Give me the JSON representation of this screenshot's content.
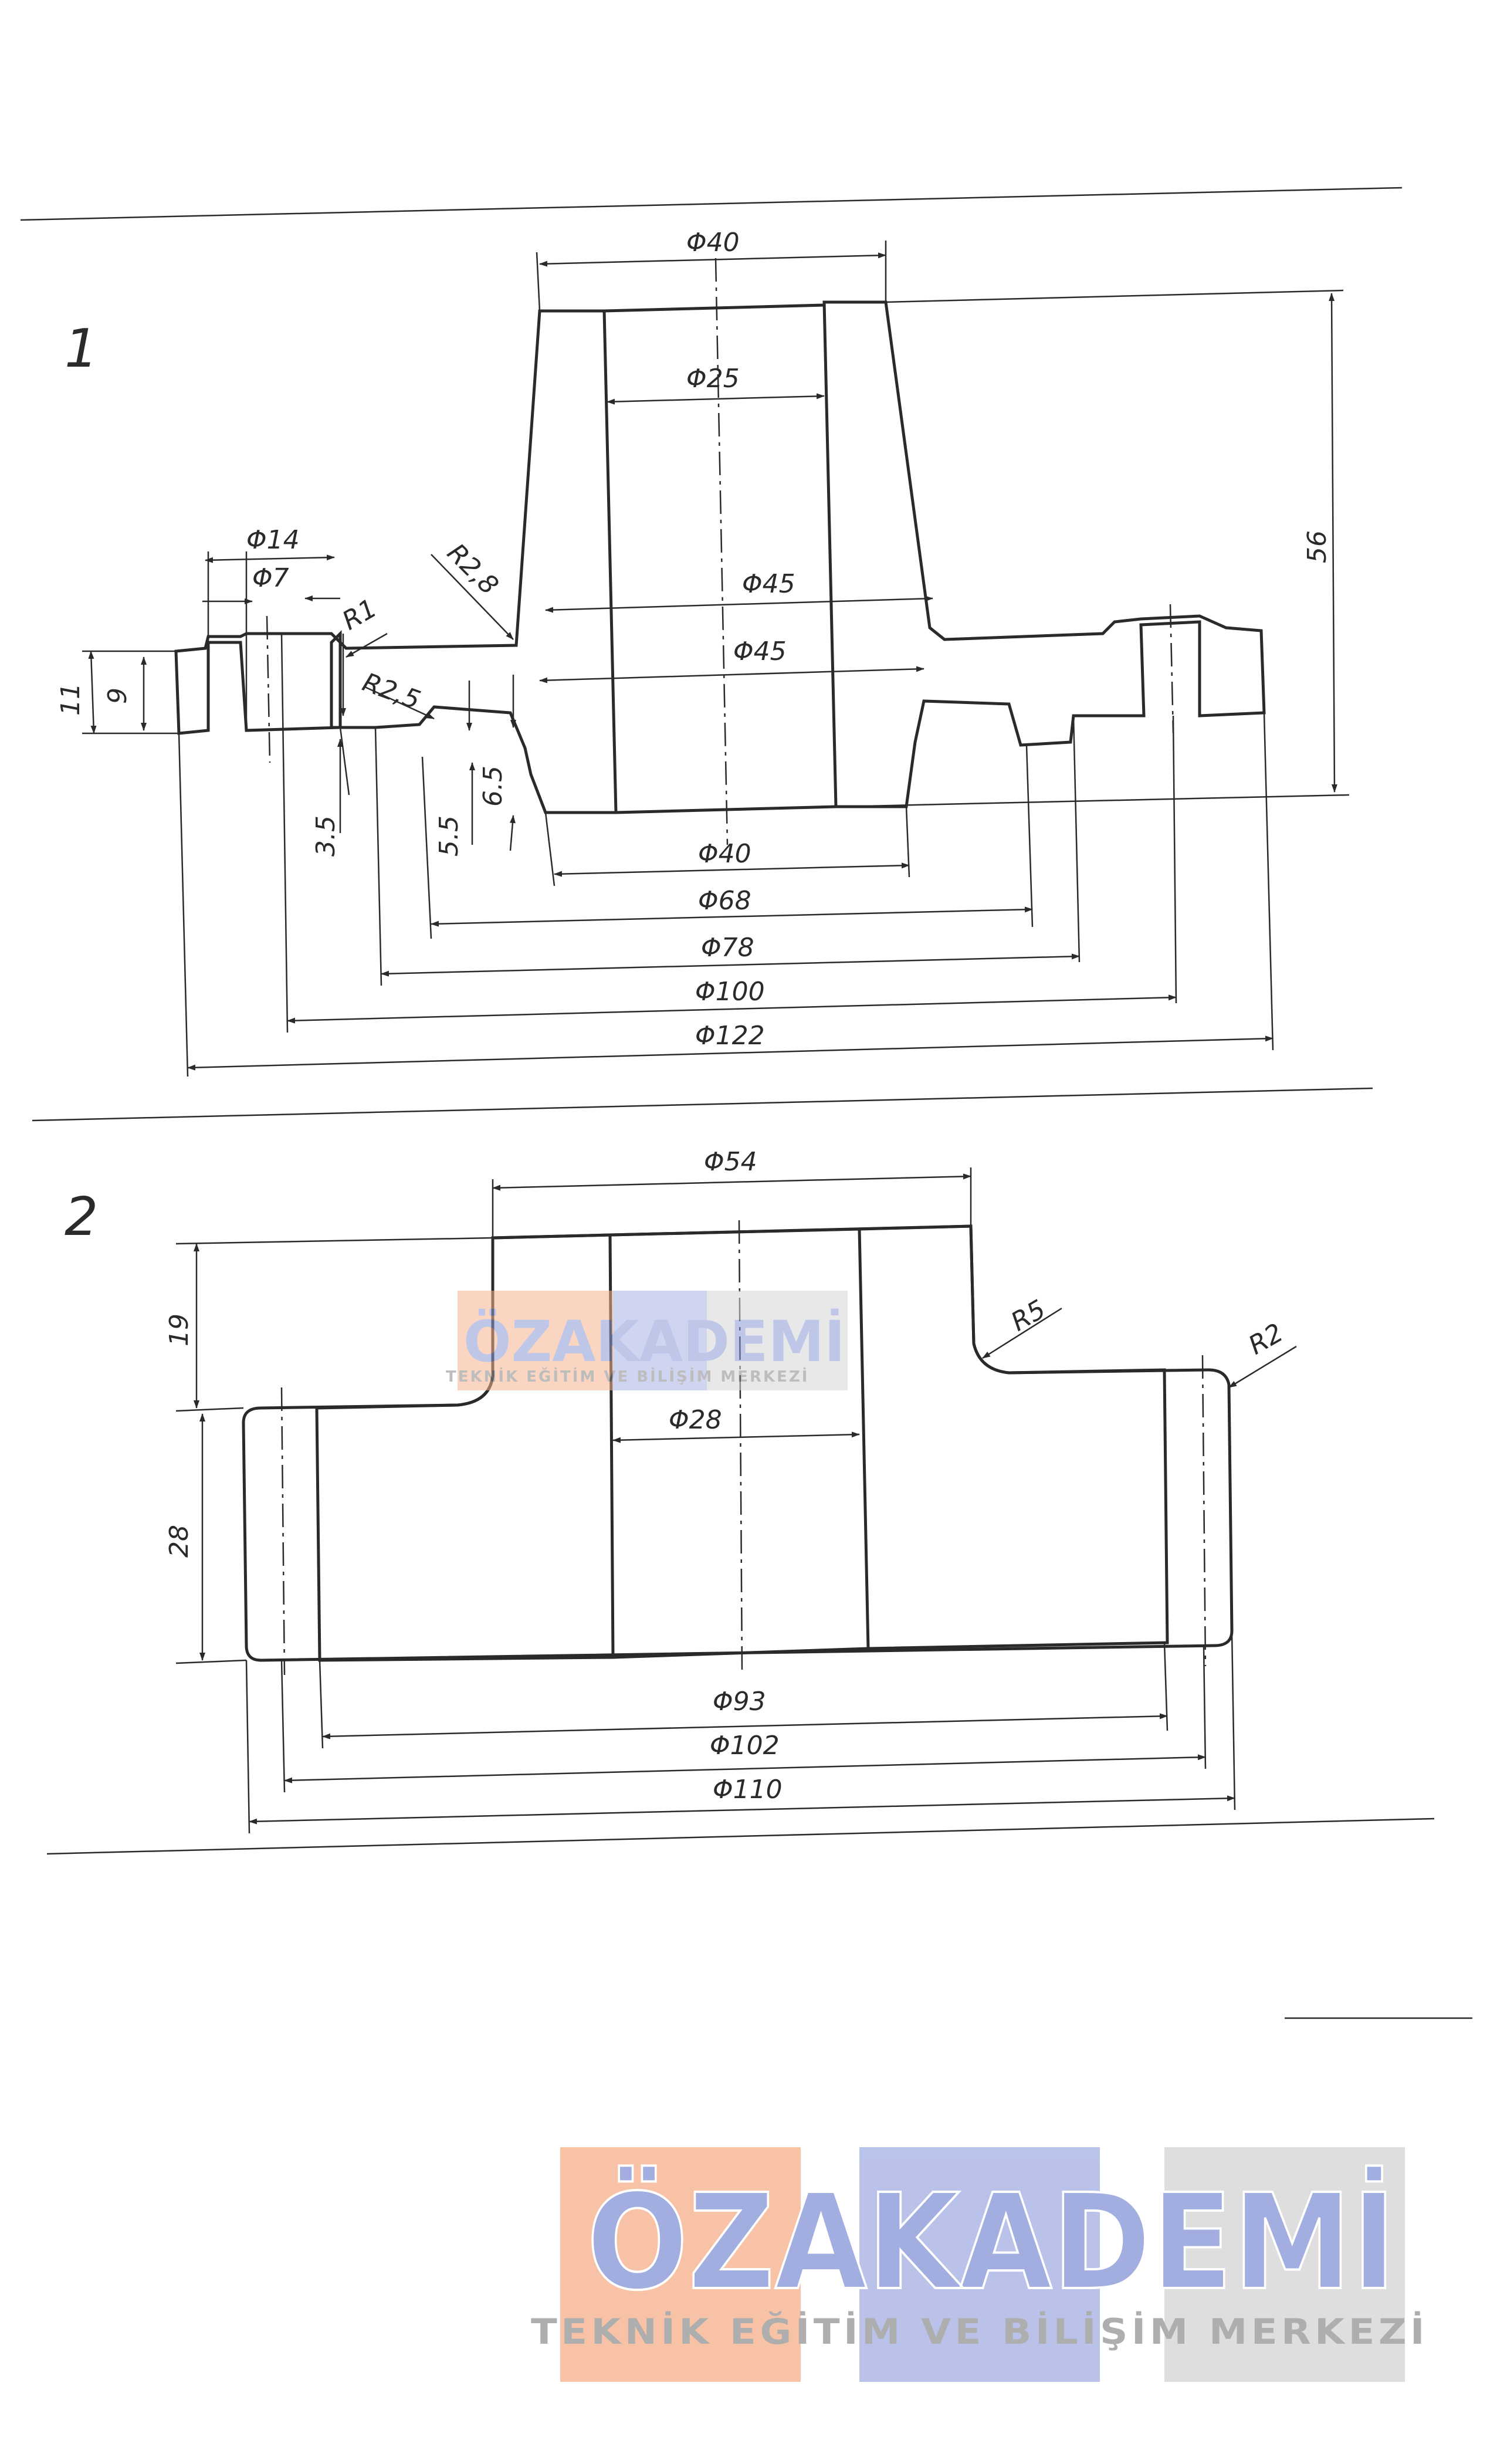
{
  "figures": [
    {
      "number": "1",
      "dimensions": {
        "top_diameter": "Φ40",
        "bore_diameter": "Φ25",
        "hub_diameter_upper": "Φ45",
        "hub_diameter_lower": "Φ45",
        "radius_fillet_hub": "R2,8",
        "flange_hole_outer": "Φ14",
        "flange_hole_inner": "Φ7",
        "radius_small": "R1",
        "radius_groove": "R2,5",
        "height_total": "56",
        "flange_thickness": "11",
        "flange_inner_thickness": "9",
        "step_35": "3.5",
        "step_55": "5.5",
        "step_65": "6.5",
        "bottom_diameter": "Φ40",
        "groove_diameter": "Φ68",
        "recess_diameter": "Φ78",
        "bolt_circle": "Φ100",
        "outer_diameter": "Φ122"
      }
    },
    {
      "number": "2",
      "dimensions": {
        "hub_diameter": "Φ54",
        "hub_height": "19",
        "body_height": "28",
        "radius_fillet": "R5",
        "radius_corner": "R2",
        "bore_diameter": "Φ28",
        "diameter_93": "Φ93",
        "diameter_102": "Φ102",
        "diameter_110": "Φ110"
      }
    }
  ],
  "watermark": {
    "title": "ÖZAKADEMİ",
    "subtitle": "TEKNİK EĞİTİM VE BİLİŞİM MERKEZİ",
    "colors": {
      "orange": "#f6b48f",
      "blue": "#a9b4e6",
      "gray": "#d6d6d6"
    }
  }
}
